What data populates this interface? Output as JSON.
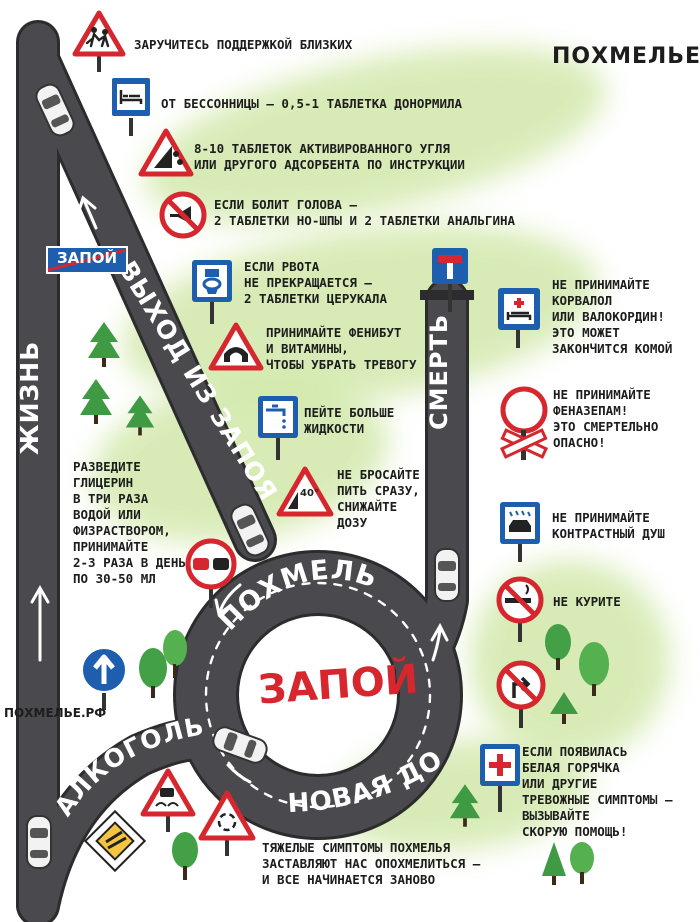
{
  "brand": {
    "top": "ПОХМЕЛЬЕ.РФ",
    "side": "ПОХМЕЛЬЕ.РФ"
  },
  "roads": {
    "life": "ЖИЗНЬ",
    "exit": "ВЫХОД ИЗ ЗАПОЯ",
    "death": "СМЕРТЬ",
    "hangover": "ПОХМЕЛЬЕ",
    "alcohol": "АЛКОГОЛЬ",
    "new_dose": "НОВАЯ ДОЗА",
    "binge_sign": "ЗАПОЙ",
    "center": "ЗАПОЙ"
  },
  "tips": {
    "support": "ЗАРУЧИТЕСЬ ПОДДЕРЖКОЙ БЛИЗКИХ",
    "insomnia": "ОТ БЕССОННИЦЫ – 0,5-1 ТАБЛЕТКА ДОНОРМИЛА",
    "charcoal": "8-10 ТАБЛЕТОК АКТИВИРОВАННОГО УГЛЯ\nИЛИ ДРУГОГО АДСОРБЕНТА ПО ИНСТРУКЦИИ",
    "headache": "ЕСЛИ БОЛИТ ГОЛОВА –\n2 ТАБЛЕТКИ НО-ШПЫ И 2 ТАБЛЕТКИ АНАЛЬГИНА",
    "vomit": "ЕСЛИ РВОТА\nНЕ ПРЕКРАЩАЕТСЯ –\n2 ТАБЛЕТКИ ЦЕРУКАЛА",
    "phenibut": "ПРИНИМАЙТЕ ФЕНИБУТ\nИ ВИТАМИНЫ,\nЧТОБЫ УБРАТЬ ТРЕВОГУ",
    "drink": "ПЕЙТЕ БОЛЬШЕ\nЖИДКОСТИ",
    "gradual": "НЕ БРОСАЙТЕ\nПИТЬ СРАЗУ,\nСНИЖАЙТЕ\nДОЗУ",
    "glycerin": "РАЗВЕДИТЕ\nГЛИЦЕРИН\nВ ТРИ РАЗА\nВОДОЙ ИЛИ\nФИЗРАСТВОРОМ,\nПРИНИМАЙТЕ\n2-3 РАЗА В ДЕНЬ\nПО 30-50 МЛ",
    "corvalol": "НЕ ПРИНИМАЙТЕ\nКОРВАЛОЛ\nИЛИ ВАЛОКОРДИН!\nЭТО МОЖЕТ\nЗАКОНЧИТСЯ КОМОЙ",
    "phenazepam": "НЕ ПРИНИМАЙТЕ\nФЕНАЗЕПАМ!\nЭТО СМЕРТЕЛЬНО\nОПАСНО!",
    "shower": "НЕ ПРИНИМАЙТЕ\nКОНТРАСТНЫЙ ДУШ",
    "smoke": "НЕ КУРИТЕ",
    "delirium": "ЕСЛИ ПОЯВИЛАСЬ\nБЕЛАЯ ГОРЯЧКА\nИЛИ ДРУГИЕ\nТРЕВОЖНЫЕ СИМПТОМЫ –\nВЫЗЫВАЙТЕ\nСКОРУЮ ПОМОЩЬ!",
    "cycle": "ТЯЖЕЛЫЕ СИМПТОМЫ ПОХМЕЛЬЯ\nЗАСТАВЛЯЮТ НАС ОПОХМЕЛИТЬСЯ –\nИ ВСЕ НАЧИНАЕТСЯ ЗАНОВО"
  },
  "slope_sign_value": "40°",
  "colors": {
    "sign_red": "#d6262e",
    "sign_blue": "#1d5fae",
    "road": "#4a4a4e",
    "green": "#3f9a44",
    "wash": "#cfe7a6"
  }
}
